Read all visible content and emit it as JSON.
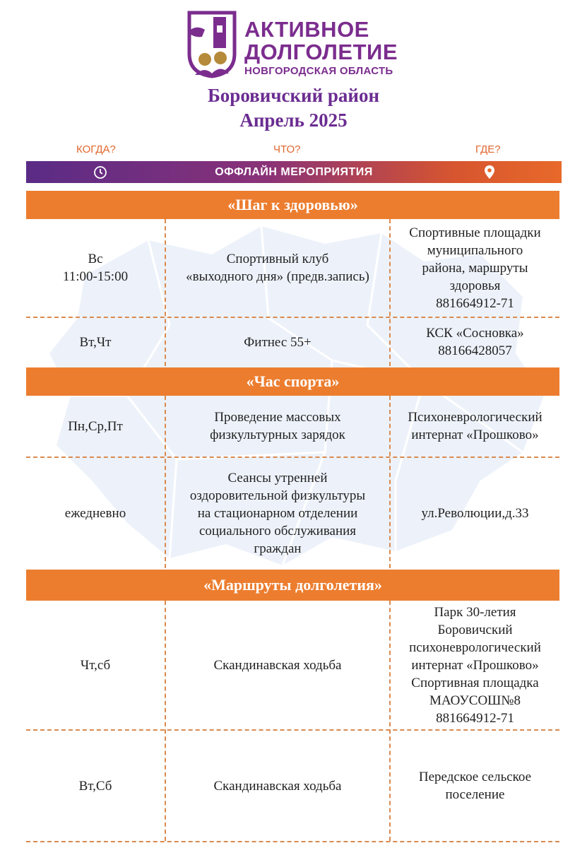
{
  "logo": {
    "line1": "АКТИВНОЕ",
    "line2": "ДОЛГОЛЕТИЕ",
    "line3": "НОВГОРОДСКАЯ ОБЛАСТЬ"
  },
  "title": {
    "district": "Боровичский район",
    "period": "Апрель 2025"
  },
  "columns": {
    "when": "КОГДА?",
    "what": "ЧТО?",
    "where": "ГДЕ?"
  },
  "banner": {
    "text": "ОФФЛАЙН МЕРОПРИЯТИЯ",
    "left_icon": "clock-icon",
    "right_icon": "location-pin-icon"
  },
  "colors": {
    "purple": "#6a2c91",
    "orange": "#ec7d2f",
    "dash": "#d98a4f"
  },
  "sections": [
    {
      "name": "«Шаг к здоровью»",
      "rows": [
        {
          "when": "Вс\n11:00-15:00",
          "what": "Спортивный клуб\n«выходного дня» (предв.запись)",
          "where": "Спортивные площадки\nмуниципального\nрайона, маршруты\nздоровья\n881664912-71"
        },
        {
          "when": "Вт,Чт",
          "what": "Фитнес 55+",
          "where": "КСК «Сосновка»\n88166428057"
        }
      ]
    },
    {
      "name": "«Час спорта»",
      "rows": [
        {
          "when": "Пн,Ср,Пт",
          "what": "Проведение массовых\nфизкультурных зарядок",
          "where": "Психоневрологический\nинтернат «Прошково»"
        },
        {
          "when": "ежедневно",
          "what": "Сеансы утренней\nоздоровительной физкультуры\nна стационарном отделении\nсоциального обслуживания\nграждан",
          "where": "ул.Революции,д.33"
        }
      ]
    },
    {
      "name": "«Маршруты долголетия»",
      "rows": [
        {
          "when": "Чт,сб",
          "what": "Скандинавская ходьба",
          "where": "Парк 30-летия\nБоровичский\nпсихоневрологический\nинтернат «Прошково»\nСпортивная площадка\nМАОУСОШ№8\n881664912-71"
        },
        {
          "when": "Вт,Сб",
          "what": "Скандинавская ходьба",
          "where": "Передское сельское\nпоселение"
        }
      ]
    }
  ]
}
